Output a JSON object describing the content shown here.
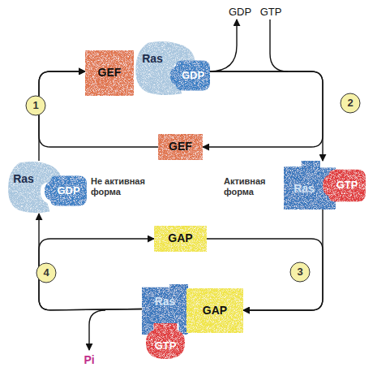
{
  "diagram": {
    "nodes": [
      {
        "text": [
          "GEF"
        ]
      },
      {
        "text": [
          "Ras"
        ]
      },
      {
        "text": [
          "GDP"
        ]
      },
      {
        "text": [
          "GEF"
        ]
      },
      {
        "text": [
          "Ras"
        ]
      },
      {
        "text": [
          "GDP"
        ]
      },
      {
        "text": [
          "Ras"
        ]
      },
      {
        "text": [
          "GTP"
        ]
      },
      {
        "text": [
          "GAP"
        ]
      },
      {
        "text": [
          "Ras"
        ]
      },
      {
        "text": [
          "GAP"
        ]
      },
      {
        "text": [
          "GTP"
        ]
      }
    ],
    "edges": [
      {
        "from": 4,
        "to": 0,
        "arrow": "to"
      },
      {
        "from": 1,
        "to": 6,
        "arrow": "to"
      },
      {
        "from": 1,
        "to": 3,
        "arrow": "to"
      },
      {
        "from": 3,
        "to": 0,
        "arrow": "to"
      },
      {
        "from": 6,
        "to": 10,
        "arrow": "to"
      },
      {
        "from": 8,
        "to": 10,
        "arrow": "to"
      },
      {
        "from": 9,
        "to": 4,
        "arrow": "to"
      },
      {
        "from": 9,
        "to": 8,
        "arrow": "to"
      }
    ],
    "labels": [
      "GDP",
      "GTP",
      "1",
      "2",
      "Не активная форма",
      "Активная форма",
      "4",
      "3",
      "Pi"
    ]
  }
}
